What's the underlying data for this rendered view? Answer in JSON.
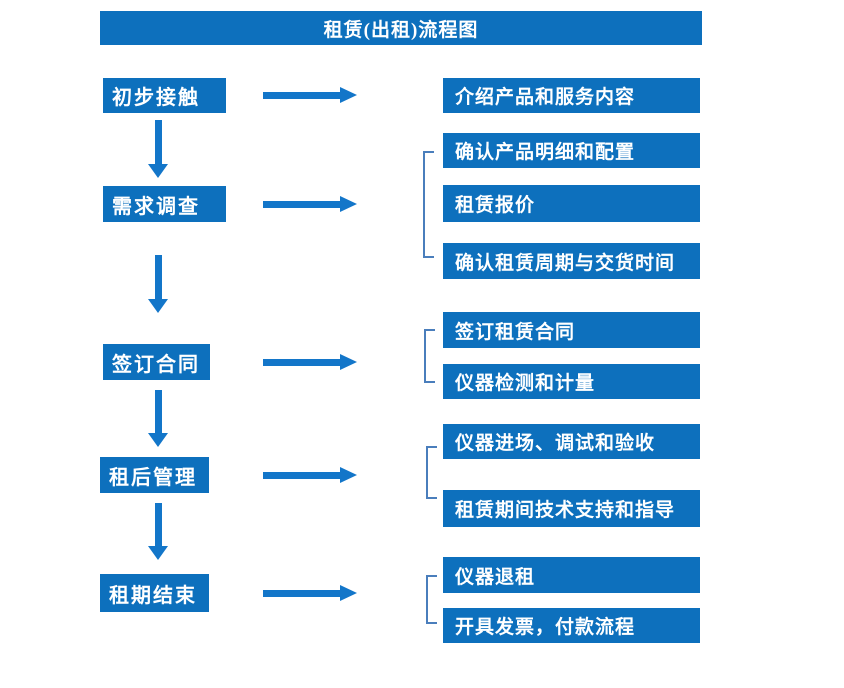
{
  "title": "租赁(出租)流程图",
  "colors": {
    "box_fill": "#0d70bd",
    "arrow": "#1376c9",
    "bracket": "#4a7ebc",
    "box_text": "#ffffff",
    "background": "#ffffff"
  },
  "steps": [
    {
      "label": "初步接触",
      "details": [
        "介绍产品和服务内容"
      ]
    },
    {
      "label": "需求调查",
      "details": [
        "确认产品明细和配置",
        "租赁报价",
        "确认租赁周期与交货时间"
      ]
    },
    {
      "label": "签订合同",
      "details": [
        "签订租赁合同",
        "仪器检测和计量"
      ]
    },
    {
      "label": "租后管理",
      "details": [
        "仪器进场、调试和验收",
        "租赁期间技术支持和指导"
      ]
    },
    {
      "label": "租期结束",
      "details": [
        "仪器退租",
        "开具发票，付款流程"
      ]
    }
  ]
}
